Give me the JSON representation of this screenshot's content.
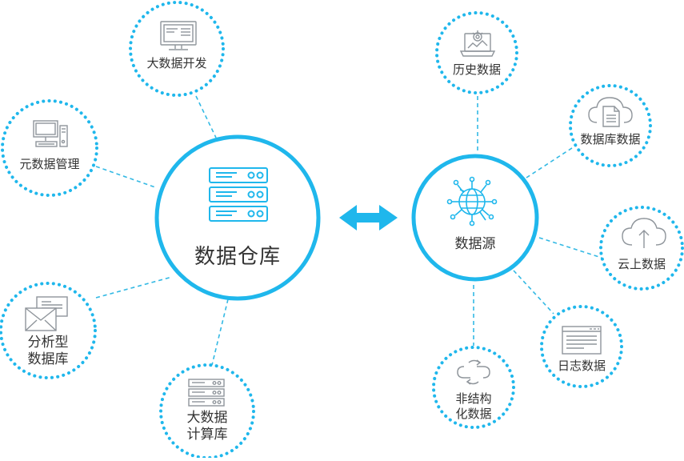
{
  "colors": {
    "accent": "#1fb7ec",
    "line": "#33b9e4",
    "icon_gray": "#8f959b",
    "text": "#333333"
  },
  "hubs": {
    "warehouse": {
      "label": "数据仓库",
      "icon": "server-rack-icon"
    },
    "source": {
      "label": "数据源",
      "icon": "globe-network-icon"
    }
  },
  "connector": {
    "icon": "double-arrow-icon"
  },
  "warehouse_nodes": {
    "big_data_dev": {
      "lines": [
        "大数据开发"
      ],
      "icon": "monitor-icon"
    },
    "metadata_mgmt": {
      "lines": [
        "元数据管理"
      ],
      "icon": "desktop-computer-icon"
    },
    "analytic_db": {
      "lines": [
        "分析型",
        "数据库"
      ],
      "icon": "envelope-icon"
    },
    "big_data_compute": {
      "lines": [
        "大数据",
        "计算库"
      ],
      "icon": "server-icon"
    }
  },
  "source_nodes": {
    "history": {
      "lines": [
        "历史数据"
      ],
      "icon": "laptop-gear-icon"
    },
    "database": {
      "lines": [
        "数据库数据"
      ],
      "icon": "cloud-document-icon"
    },
    "cloud": {
      "lines": [
        "云上数据"
      ],
      "icon": "cloud-upload-icon"
    },
    "log": {
      "lines": [
        "日志数据"
      ],
      "icon": "browser-window-icon"
    },
    "unstructured": {
      "lines": [
        "非结构",
        "化数据"
      ],
      "icon": "sync-arrows-icon"
    }
  }
}
